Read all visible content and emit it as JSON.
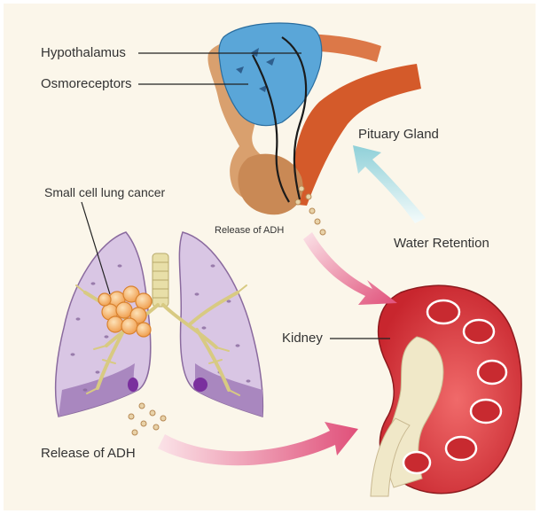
{
  "labels": {
    "hypothalamus": "Hypothalamus",
    "osmoreceptors": "Osmoreceptors",
    "pituitary": "Pituary Gland",
    "small_cell": "Small cell lung cancer",
    "release_adh_top": "Release of ADH",
    "water_retention": "Water Retention",
    "kidney": "Kidney",
    "release_adh_bottom": "Release of ADH"
  },
  "colors": {
    "background": "#fbf6ea",
    "hypothalamus": "#5aa6d8",
    "pituitary_tan": "#d9a06e",
    "vessel_orange": "#d45a2a",
    "lung_fill": "#d9c6e4",
    "lung_edge": "#8a6a9e",
    "tumor": "#f3a55a",
    "airway": "#e8dfa8",
    "kidney_red": "#d8333a",
    "kidney_pale": "#f0e8c8",
    "arrow_pink": "#e05a7a",
    "arrow_blue": "#9fd6dc"
  }
}
